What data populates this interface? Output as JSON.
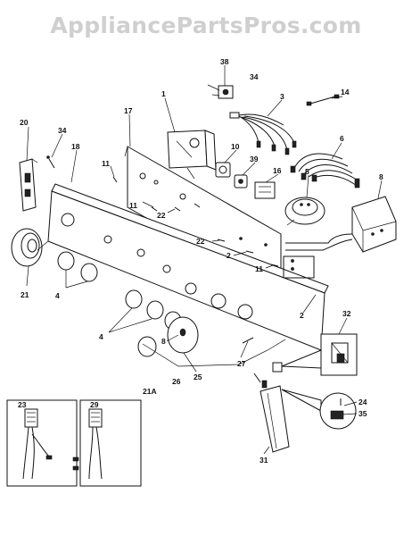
{
  "watermark": "AppliancePartsPros.com",
  "callouts": {
    "c1": "1",
    "c2a": "2",
    "c2b": "2",
    "c3": "3",
    "c4a": "4",
    "c4b": "4",
    "c5": "5",
    "c6": "6",
    "c8": "8",
    "c10": "10",
    "c11a": "11",
    "c11b": "11",
    "c11c": "11",
    "c14": "14",
    "c16": "16",
    "c17": "17",
    "c18": "18",
    "c20": "20",
    "c21": "21",
    "c22a": "22",
    "c22b": "22",
    "c23": "23",
    "c24": "24",
    "c25": "25",
    "c26": "26",
    "c27": "27",
    "c29": "29",
    "c31": "31",
    "c32": "32",
    "c34a": "34",
    "c34b": "34",
    "c35": "35",
    "c38": "38",
    "c39": "39",
    "c21a": "21A"
  }
}
